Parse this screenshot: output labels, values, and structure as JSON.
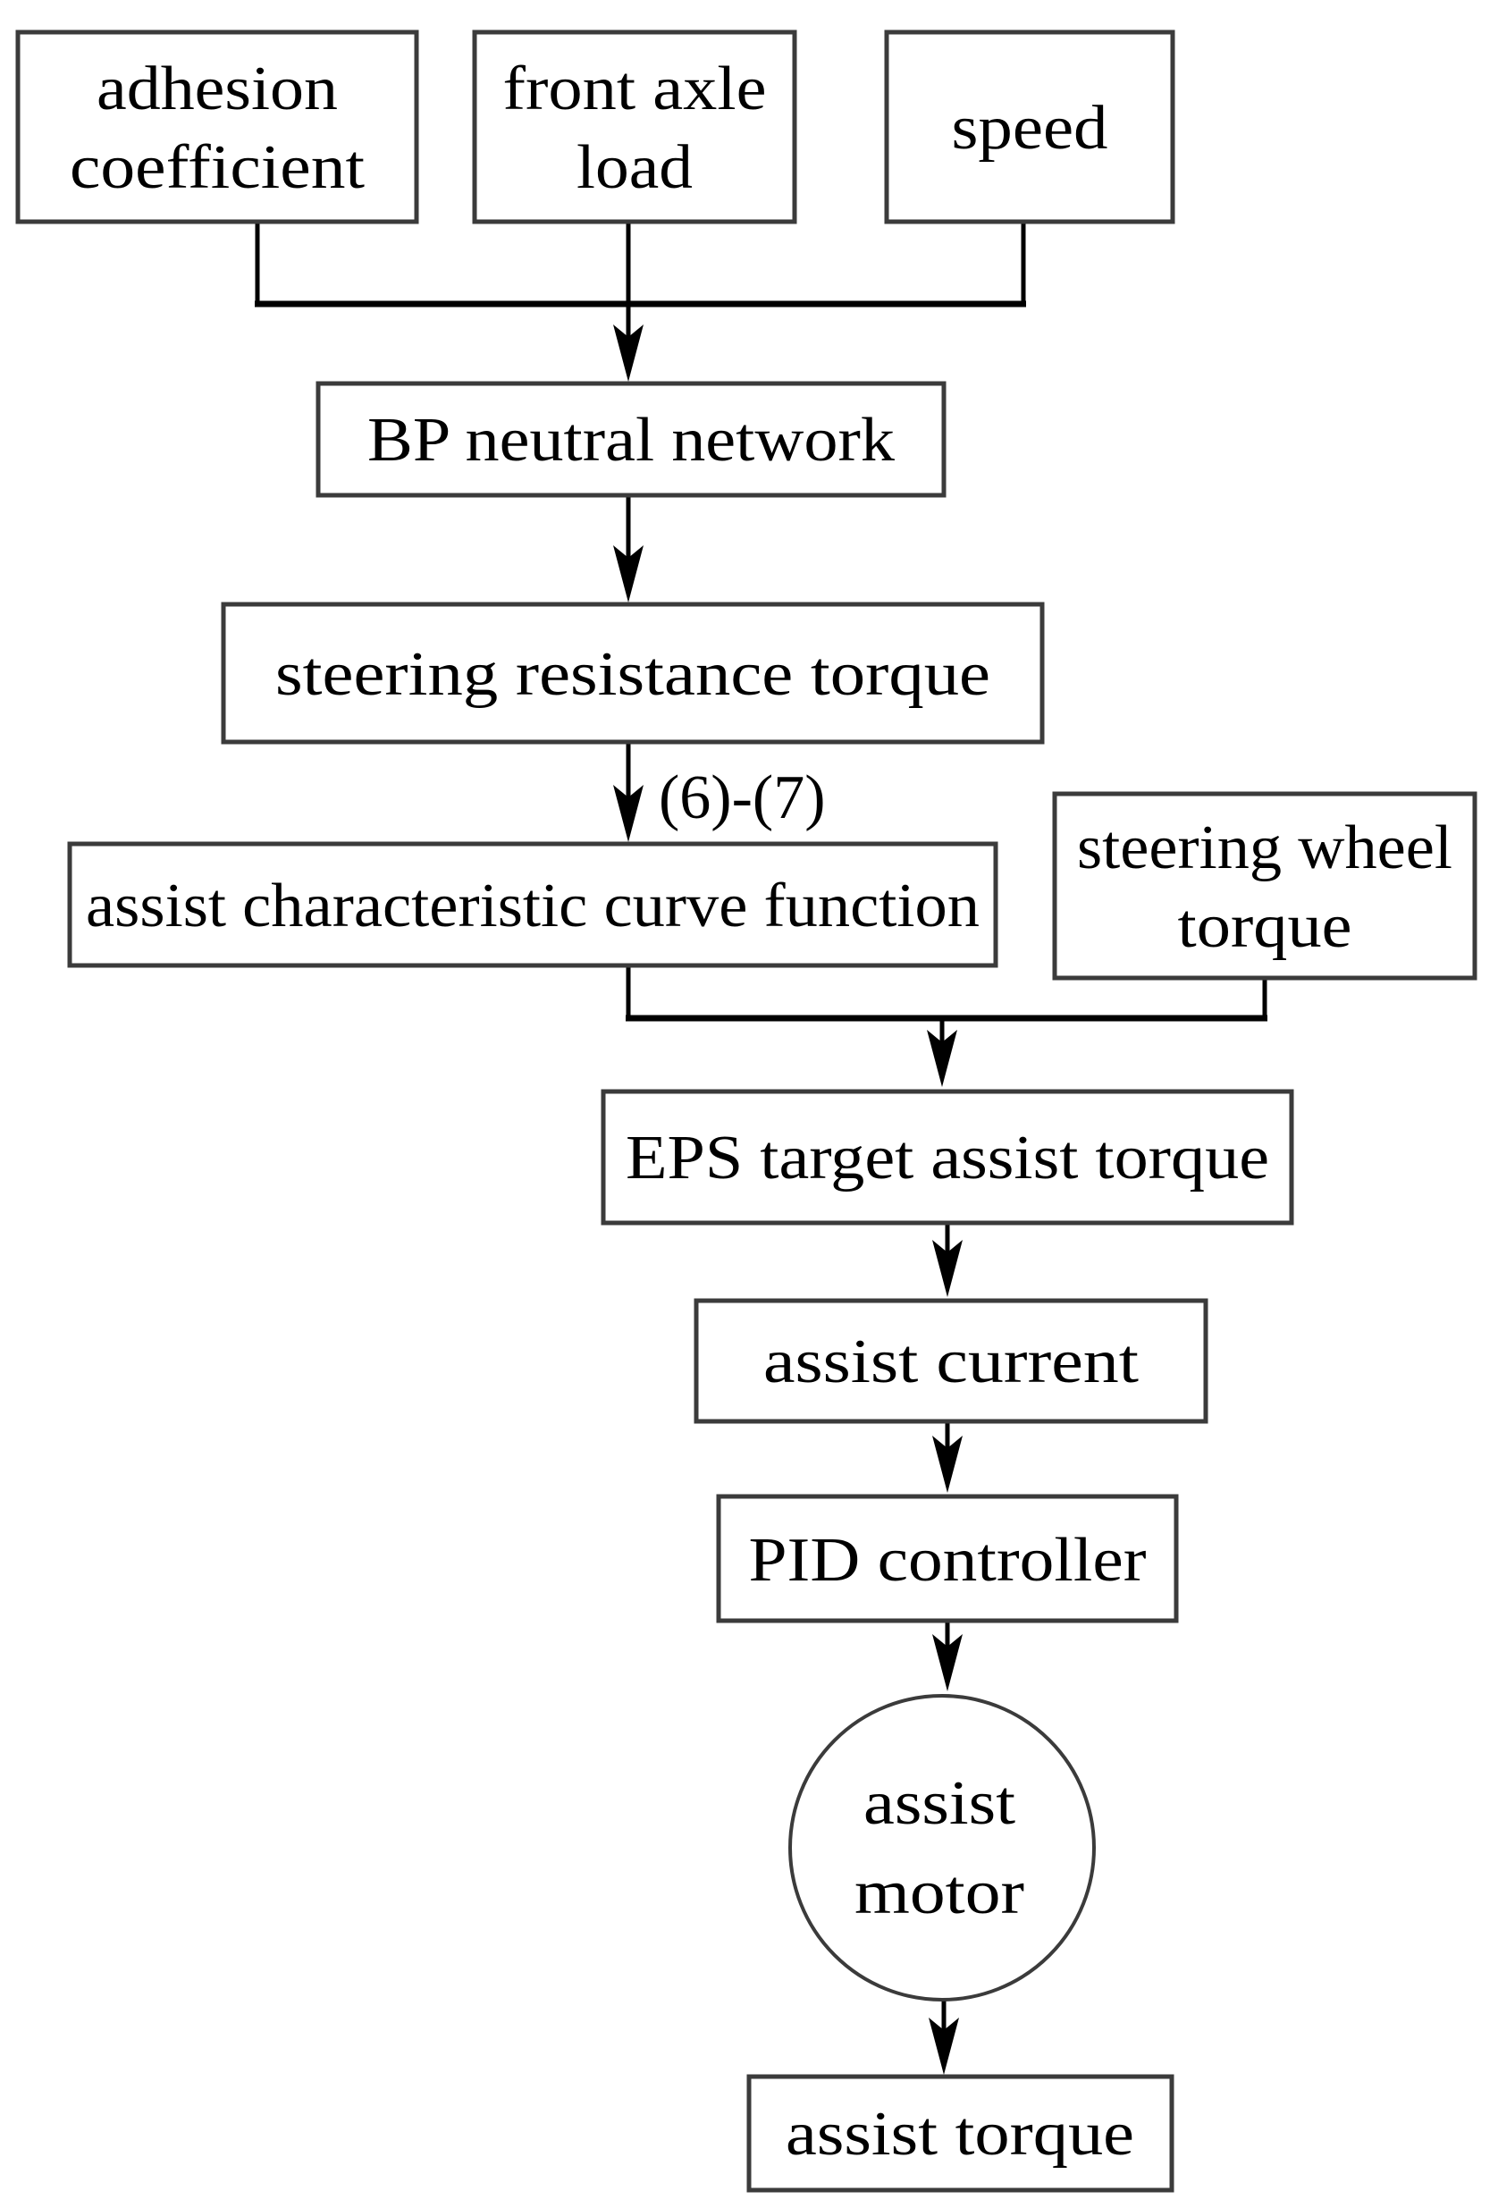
{
  "figure": {
    "type": "flowchart",
    "background": "#ffffff",
    "colors": {
      "box_border": "#3b3b3b",
      "connector": "#000000",
      "text": "#000000",
      "node_fill": "#ffffff"
    },
    "nodes": {
      "adhesion_coefficient": {
        "shape": "rect",
        "lines": [
          "adhesion",
          "coefficient"
        ]
      },
      "front_axle_load": {
        "shape": "rect",
        "lines": [
          "front axle",
          "load"
        ]
      },
      "speed": {
        "shape": "rect",
        "lines": [
          "speed"
        ]
      },
      "bp_neutral_network": {
        "shape": "rect",
        "lines": [
          "BP neutral network"
        ]
      },
      "steering_resistance_torque": {
        "shape": "rect",
        "lines": [
          "steering resistance torque"
        ]
      },
      "assist_characteristic_curve_function": {
        "shape": "rect",
        "lines": [
          "assist characteristic curve function"
        ]
      },
      "steering_wheel_torque": {
        "shape": "rect",
        "lines": [
          "steering wheel",
          "torque"
        ]
      },
      "eps_target_assist_torque": {
        "shape": "rect",
        "lines": [
          "EPS target assist torque"
        ]
      },
      "assist_current": {
        "shape": "rect",
        "lines": [
          "assist current"
        ]
      },
      "pid_controller": {
        "shape": "rect",
        "lines": [
          "PID controller"
        ]
      },
      "assist_motor": {
        "shape": "circle",
        "lines": [
          "assist",
          "motor"
        ]
      },
      "assist_torque": {
        "shape": "rect",
        "lines": [
          "assist torque"
        ]
      }
    },
    "edges": [
      {
        "from": "adhesion_coefficient",
        "to": "bp_neutral_network",
        "label": ""
      },
      {
        "from": "front_axle_load",
        "to": "bp_neutral_network",
        "label": ""
      },
      {
        "from": "speed",
        "to": "bp_neutral_network",
        "label": ""
      },
      {
        "from": "bp_neutral_network",
        "to": "steering_resistance_torque",
        "label": ""
      },
      {
        "from": "steering_resistance_torque",
        "to": "assist_characteristic_curve_function",
        "label": "(6)-(7)"
      },
      {
        "from": "assist_characteristic_curve_function",
        "to": "eps_target_assist_torque",
        "label": ""
      },
      {
        "from": "steering_wheel_torque",
        "to": "eps_target_assist_torque",
        "label": ""
      },
      {
        "from": "eps_target_assist_torque",
        "to": "assist_current",
        "label": ""
      },
      {
        "from": "assist_current",
        "to": "pid_controller",
        "label": ""
      },
      {
        "from": "pid_controller",
        "to": "assist_motor",
        "label": ""
      },
      {
        "from": "assist_motor",
        "to": "assist_torque",
        "label": ""
      }
    ]
  }
}
